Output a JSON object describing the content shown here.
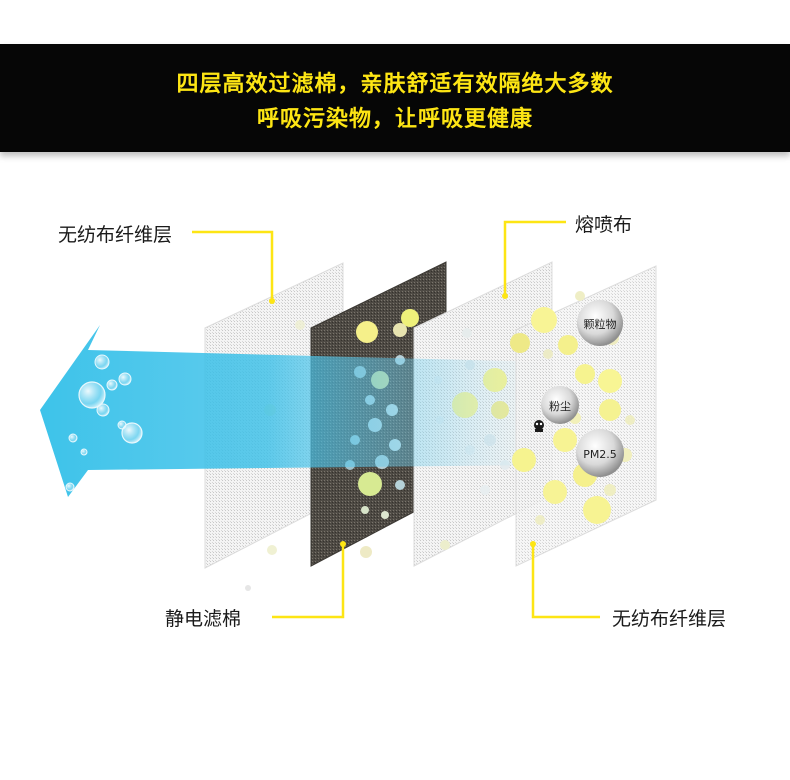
{
  "banner": {
    "line1": "四层高效过滤棉，亲肤舒适有效隔绝大多数",
    "line2": "呼吸污染物，让呼吸更健康"
  },
  "layers": {
    "layer1": "无纺布纤维层",
    "layer2": "静电滤棉",
    "layer3": "熔喷布",
    "layer4": "无纺布纤维层"
  },
  "particles": {
    "p1": "颗粒物",
    "p2": "粉尘",
    "p3": "PM2.5"
  },
  "colors": {
    "banner_bg": "#060606",
    "banner_text": "#fde514",
    "leader_line": "#fde514",
    "arrow": "#35c2e9"
  }
}
